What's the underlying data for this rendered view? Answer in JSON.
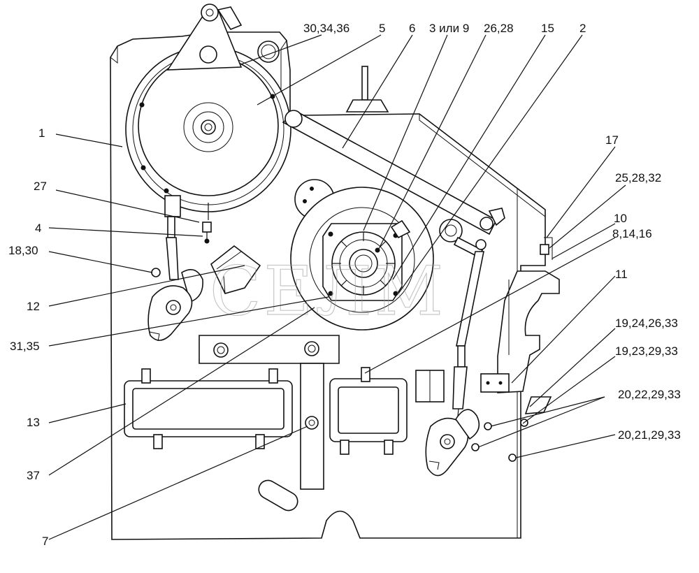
{
  "watermark": "СЕЛМ",
  "callouts": [
    {
      "id": "c1",
      "text": "1"
    },
    {
      "id": "c30_34_36",
      "text": "30,34,36"
    },
    {
      "id": "c5",
      "text": "5"
    },
    {
      "id": "c6",
      "text": "6"
    },
    {
      "id": "c3_9",
      "text": "3 или 9"
    },
    {
      "id": "c26_28",
      "text": "26,28"
    },
    {
      "id": "c15",
      "text": "15"
    },
    {
      "id": "c2",
      "text": "2"
    },
    {
      "id": "c17",
      "text": "17"
    },
    {
      "id": "c25_28_32",
      "text": "25,28,32"
    },
    {
      "id": "c10",
      "text": "10"
    },
    {
      "id": "c8_14_16",
      "text": "8,14,16"
    },
    {
      "id": "c27",
      "text": "27"
    },
    {
      "id": "c4",
      "text": "4"
    },
    {
      "id": "c18_30",
      "text": "18,30"
    },
    {
      "id": "c12",
      "text": "12"
    },
    {
      "id": "c31_35",
      "text": "31,35"
    },
    {
      "id": "c11",
      "text": "11"
    },
    {
      "id": "c19_24_26_33",
      "text": "19,24,26,33"
    },
    {
      "id": "c19_23_29_33",
      "text": "19,23,29,33"
    },
    {
      "id": "c20_22_29_33",
      "text": "20,22,29,33"
    },
    {
      "id": "c20_21_29_33",
      "text": "20,21,29,33"
    },
    {
      "id": "c13",
      "text": "13"
    },
    {
      "id": "c37",
      "text": "37"
    },
    {
      "id": "c7",
      "text": "7"
    }
  ]
}
